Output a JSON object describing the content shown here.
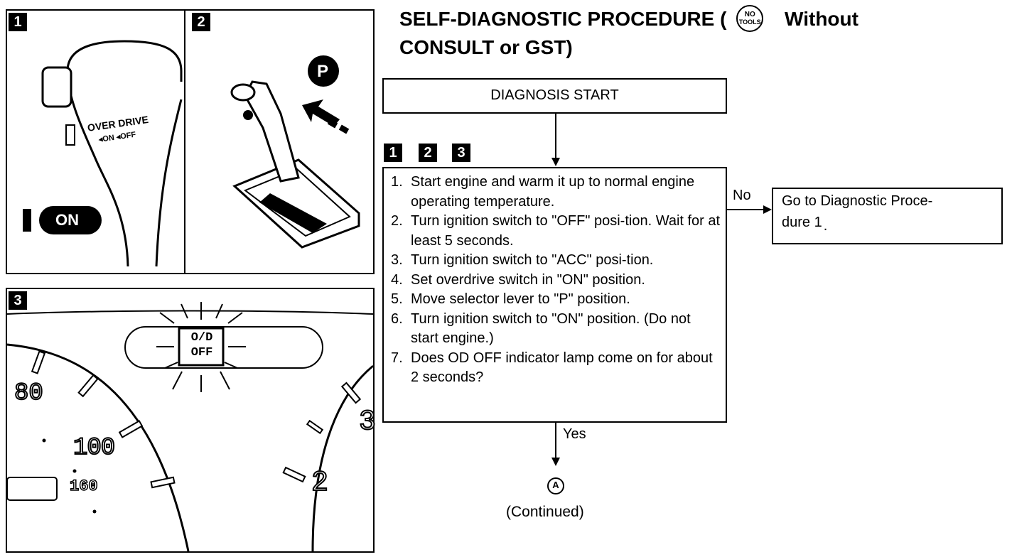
{
  "title": {
    "part1": "SELF-DIAGNOSTIC PROCEDURE (",
    "no_tools_top": "NO",
    "no_tools_bottom": "TOOLS",
    "part2": "Without",
    "line2": "CONSULT or GST)"
  },
  "panels": {
    "p1": {
      "badge": "1",
      "overdrive_label": "OVER DRIVE",
      "overdrive_states": "◂ON ◂OFF",
      "on_label": "ON"
    },
    "p2": {
      "badge": "2",
      "gear_label": "P"
    },
    "p3": {
      "badge": "3",
      "lamp_line1": "O/D",
      "lamp_line2": "OFF",
      "speed_80": "80",
      "speed_100": "100",
      "speed_160": "160",
      "rpm_3": "3",
      "rpm_2": "2"
    }
  },
  "flow": {
    "start": "DIAGNOSIS START",
    "step_badges": [
      "1",
      "2",
      "3"
    ],
    "steps": [
      {
        "num": "1.",
        "text": "Start engine and warm it up to normal engine operating temperature."
      },
      {
        "num": "2.",
        "text": "Turn ignition switch to \"OFF\" posi-tion. Wait for at least 5 seconds."
      },
      {
        "num": "3.",
        "text": "Turn ignition switch to \"ACC\" posi-tion."
      },
      {
        "num": "4.",
        "text": "Set overdrive switch in \"ON\" position."
      },
      {
        "num": "5.",
        "text": "Move selector lever to \"P\" position."
      },
      {
        "num": "6.",
        "text": "Turn ignition switch to \"ON\" position. (Do not start engine.)"
      },
      {
        "num": "7.",
        "text": "Does OD OFF indicator lamp come on for about 2 seconds?"
      }
    ],
    "no_label": "No",
    "yes_label": "Yes",
    "no_target_line1": "Go to Diagnostic Proce-",
    "no_target_line2": "dure 1",
    "no_target_suffix": ".",
    "connector": "A",
    "continued": "(Continued)"
  }
}
